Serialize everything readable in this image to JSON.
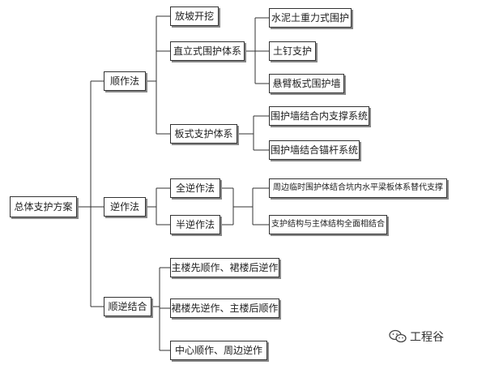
{
  "root": "总体支护方案",
  "branches": {
    "shunzuo": {
      "label": "顺作法",
      "children": {
        "fangpo": "放坡开挖",
        "zhili": {
          "label": "直立式围护体系",
          "children": [
            "水泥土重力式围护",
            "土钉支护",
            "悬臂板式围护墙"
          ]
        },
        "banshi": {
          "label": "板式支护体系",
          "children": [
            "围护墙结合内支撑系统",
            "围护墙结合锚杆系统"
          ]
        }
      }
    },
    "nizuo": {
      "label": "逆作法",
      "children": {
        "quan": "全逆作法",
        "ban": "半逆作法"
      },
      "targets": [
        "周边临时围护体结合坑内水平梁板体系替代支撑",
        "支护结构与主体结构全面相结合"
      ]
    },
    "shunni": {
      "label": "顺逆结合",
      "children": [
        "主楼先顺作、裙楼后逆作",
        "裙楼先逆作、主楼后顺作",
        "中心顺作、周边逆作"
      ]
    }
  },
  "watermark": {
    "text": "工程谷",
    "icon": "chat-bubbles-icon"
  },
  "colors": {
    "line": "#333333",
    "box_border": "#333333",
    "shadow": "#888888"
  }
}
